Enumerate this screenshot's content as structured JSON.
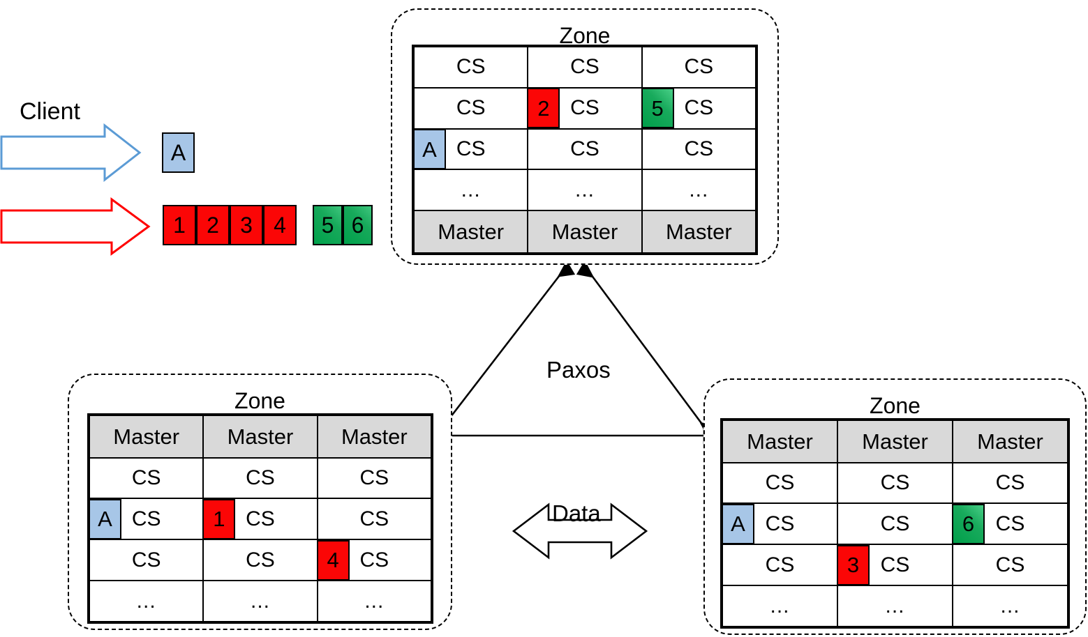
{
  "diagram": {
    "title": "Spanner-style multi-zone replication diagram",
    "client": {
      "label": "Client",
      "request_arrow_color": "#5b9bd5",
      "data_arrow_color": "#ff0000",
      "schema_block": {
        "label": "A",
        "color": "#a7c6e7"
      },
      "data_blocks": [
        {
          "label": "1",
          "color": "#fb0606"
        },
        {
          "label": "2",
          "color": "#fb0606"
        },
        {
          "label": "3",
          "color": "#fb0606"
        },
        {
          "label": "4",
          "color": "#fb0606"
        },
        {
          "label": "5",
          "color": "#00a14b"
        },
        {
          "label": "6",
          "color": "#00a14b"
        }
      ]
    },
    "center_labels": {
      "paxos": "Paxos",
      "data": "Data"
    },
    "cs_label": "CS",
    "master_label": "Master",
    "dots_label": "...",
    "zones": [
      {
        "id": "zone-top",
        "title": "Zone",
        "master_row_position": "bottom",
        "rows": [
          {
            "type": "cs",
            "cells": [
              {
                "text": "CS",
                "badge": null
              },
              {
                "text": "CS",
                "badge": null
              },
              {
                "text": "CS",
                "badge": null
              }
            ]
          },
          {
            "type": "cs",
            "cells": [
              {
                "text": "CS",
                "badge": null
              },
              {
                "text": "CS",
                "badge": {
                  "label": "2",
                  "color": "red"
                }
              },
              {
                "text": "CS",
                "badge": {
                  "label": "5",
                  "color": "green"
                }
              }
            ]
          },
          {
            "type": "cs",
            "cells": [
              {
                "text": "CS",
                "badge": {
                  "label": "A",
                  "color": "blue"
                }
              },
              {
                "text": "CS",
                "badge": null
              },
              {
                "text": "CS",
                "badge": null
              }
            ]
          },
          {
            "type": "dots",
            "cells": [
              {
                "text": "...",
                "badge": null
              },
              {
                "text": "...",
                "badge": null
              },
              {
                "text": "...",
                "badge": null
              }
            ]
          },
          {
            "type": "master",
            "cells": [
              {
                "text": "Master",
                "badge": null
              },
              {
                "text": "Master",
                "badge": null
              },
              {
                "text": "Master",
                "badge": null
              }
            ]
          }
        ]
      },
      {
        "id": "zone-bottom-left",
        "title": "Zone",
        "master_row_position": "top",
        "rows": [
          {
            "type": "master",
            "cells": [
              {
                "text": "Master",
                "badge": null
              },
              {
                "text": "Master",
                "badge": null
              },
              {
                "text": "Master",
                "badge": null
              }
            ]
          },
          {
            "type": "cs",
            "cells": [
              {
                "text": "CS",
                "badge": null
              },
              {
                "text": "CS",
                "badge": null
              },
              {
                "text": "CS",
                "badge": null
              }
            ]
          },
          {
            "type": "cs",
            "cells": [
              {
                "text": "CS",
                "badge": {
                  "label": "A",
                  "color": "blue"
                }
              },
              {
                "text": "CS",
                "badge": {
                  "label": "1",
                  "color": "red"
                }
              },
              {
                "text": "CS",
                "badge": null
              }
            ]
          },
          {
            "type": "cs",
            "cells": [
              {
                "text": "CS",
                "badge": null
              },
              {
                "text": "CS",
                "badge": null
              },
              {
                "text": "CS",
                "badge": {
                  "label": "4",
                  "color": "red"
                }
              }
            ]
          },
          {
            "type": "dots",
            "cells": [
              {
                "text": "...",
                "badge": null
              },
              {
                "text": "...",
                "badge": null
              },
              {
                "text": "...",
                "badge": null
              }
            ]
          }
        ]
      },
      {
        "id": "zone-bottom-right",
        "title": "Zone",
        "master_row_position": "top",
        "rows": [
          {
            "type": "master",
            "cells": [
              {
                "text": "Master",
                "badge": null
              },
              {
                "text": "Master",
                "badge": null
              },
              {
                "text": "Master",
                "badge": null
              }
            ]
          },
          {
            "type": "cs",
            "cells": [
              {
                "text": "CS",
                "badge": null
              },
              {
                "text": "CS",
                "badge": null
              },
              {
                "text": "CS",
                "badge": null
              }
            ]
          },
          {
            "type": "cs",
            "cells": [
              {
                "text": "CS",
                "badge": {
                  "label": "A",
                  "color": "blue"
                }
              },
              {
                "text": "CS",
                "badge": null
              },
              {
                "text": "CS",
                "badge": {
                  "label": "6",
                  "color": "green"
                }
              }
            ]
          },
          {
            "type": "cs",
            "cells": [
              {
                "text": "CS",
                "badge": null
              },
              {
                "text": "CS",
                "badge": {
                  "label": "3",
                  "color": "red"
                }
              },
              {
                "text": "CS",
                "badge": null
              }
            ]
          },
          {
            "type": "dots",
            "cells": [
              {
                "text": "...",
                "badge": null
              },
              {
                "text": "...",
                "badge": null
              },
              {
                "text": "...",
                "badge": null
              }
            ]
          }
        ]
      }
    ]
  }
}
